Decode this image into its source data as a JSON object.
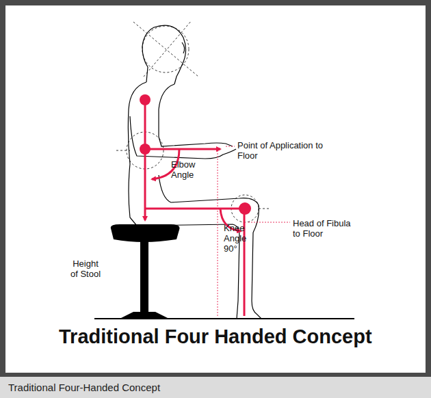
{
  "diagram": {
    "title": "Traditional Four Handed Concept",
    "caption": "Traditional Four-Handed Concept",
    "labels": [
      "Point of Application to Floor",
      "Elbow Angle",
      "Knee Angle 90°",
      "Head of Fibula to Floor",
      "Height of Stool"
    ]
  }
}
